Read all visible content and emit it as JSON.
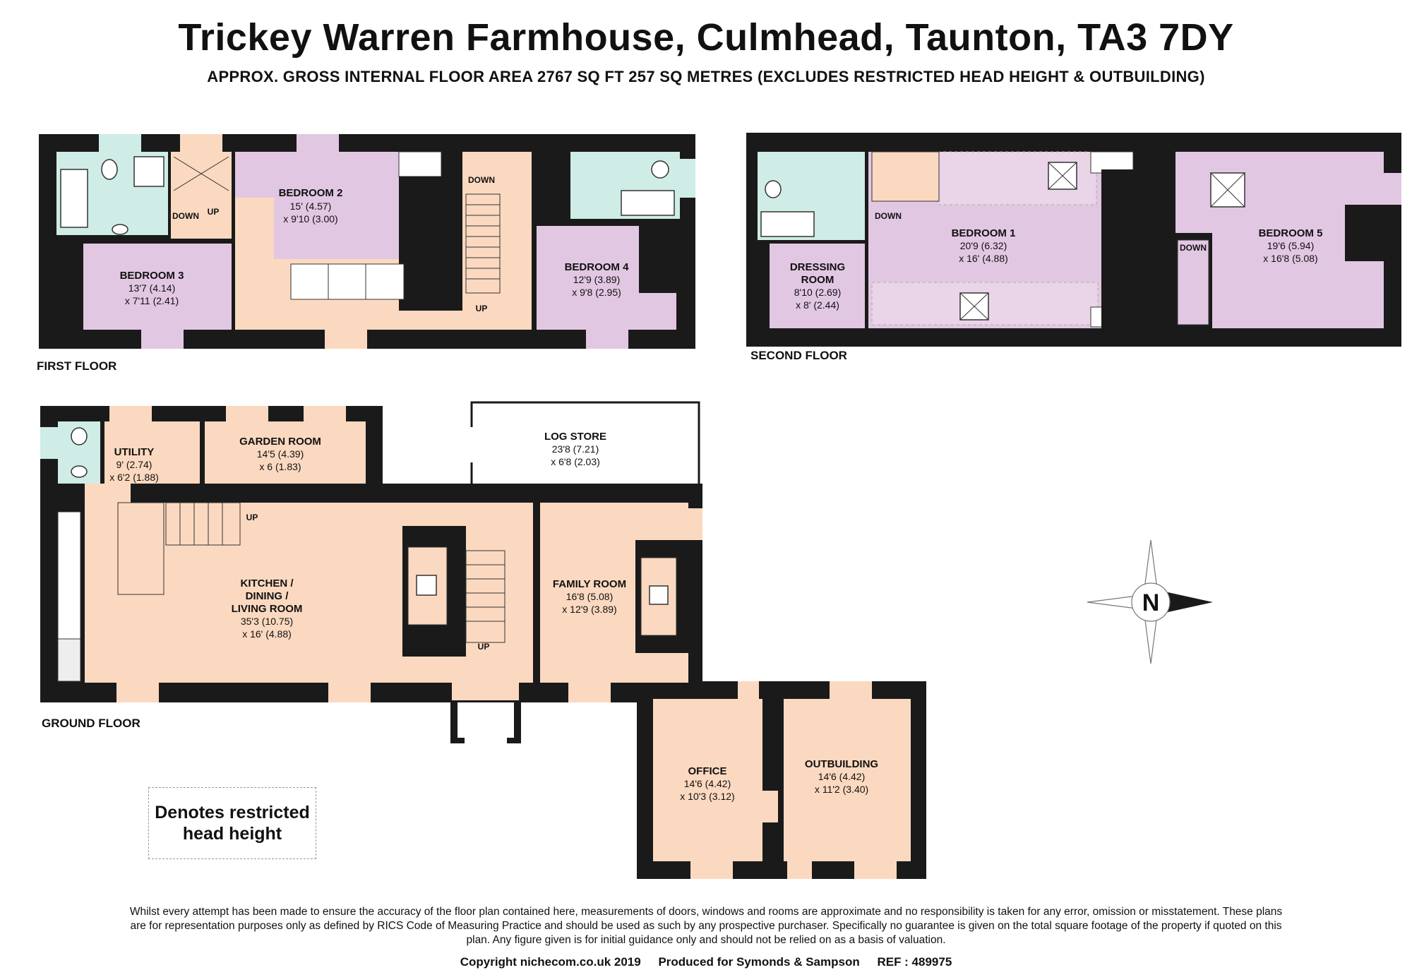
{
  "title": "Trickey Warren Farmhouse, Culmhead, Taunton, TA3 7DY",
  "subtitle": "APPROX. GROSS INTERNAL FLOOR AREA 2767 SQ FT 257 SQ METRES (EXCLUDES RESTRICTED HEAD HEIGHT & OUTBUILDING)",
  "colors": {
    "wall": "#1a1a1a",
    "bedroom": "#e2c7e3",
    "landing": "#fbd9c0",
    "bathroom": "#cfece6",
    "restricted_area": "#e9d4e8"
  },
  "floors": {
    "first": {
      "label": "FIRST FLOOR",
      "rooms": [
        {
          "name": "BEDROOM 2",
          "dim1": "15' (4.57)",
          "dim2": "x 9'10 (3.00)"
        },
        {
          "name": "BEDROOM 3",
          "dim1": "13'7 (4.14)",
          "dim2": "x 7'11 (2.41)"
        },
        {
          "name": "BEDROOM 4",
          "dim1": "12'9 (3.89)",
          "dim2": "x 9'8 (2.95)"
        }
      ],
      "stair_labels": [
        "DOWN",
        "UP",
        "DOWN",
        "UP"
      ]
    },
    "second": {
      "label": "SECOND FLOOR",
      "rooms": [
        {
          "name": "BEDROOM 1",
          "dim1": "20'9 (6.32)",
          "dim2": "x 16' (4.88)"
        },
        {
          "name": "BEDROOM 5",
          "dim1": "19'6 (5.94)",
          "dim2": "x 16'8 (5.08)"
        },
        {
          "name": "DRESSING",
          "name2": "ROOM",
          "dim1": "8'10 (2.69)",
          "dim2": "x 8' (2.44)"
        }
      ],
      "stair_labels": [
        "DOWN",
        "DOWN"
      ]
    },
    "ground": {
      "label": "GROUND FLOOR",
      "rooms": [
        {
          "name": "UTILITY",
          "dim1": "9' (2.74)",
          "dim2": "x 6'2 (1.88)"
        },
        {
          "name": "GARDEN ROOM",
          "dim1": "14'5 (4.39)",
          "dim2": "x 6 (1.83)"
        },
        {
          "name": "LOG STORE",
          "dim1": "23'8 (7.21)",
          "dim2": "x 6'8 (2.03)"
        },
        {
          "name": "KITCHEN /",
          "name2": "DINING /",
          "name3": "LIVING ROOM",
          "dim1": "35'3 (10.75)",
          "dim2": "x 16' (4.88)"
        },
        {
          "name": "FAMILY ROOM",
          "dim1": "16'8 (5.08)",
          "dim2": "x 12'9 (3.89)"
        },
        {
          "name": "OFFICE",
          "dim1": "14'6 (4.42)",
          "dim2": "x 10'3 (3.12)"
        },
        {
          "name": "OUTBUILDING",
          "dim1": "14'6 (4.42)",
          "dim2": "x 11'2 (3.40)"
        }
      ],
      "stair_labels": [
        "UP",
        "UP"
      ]
    }
  },
  "compass": {
    "label": "N",
    "icon": "compass-rose-icon"
  },
  "legend": {
    "line1": "Denotes restricted",
    "line2": "head height"
  },
  "disclaimer": "Whilst every attempt has been made to ensure the accuracy of the floor plan contained here, measurements of doors, windows and rooms are approximate and no responsibility is taken for any error, omission or misstatement. These plans are for representation purposes only as defined by RICS Code of Measuring Practice and should be used as such by any prospective purchaser. Specifically no guarantee is given on the total square footage of the property if quoted on this plan. Any figure given is for initial guidance only and should not be relied on as a basis of valuation.",
  "footer": {
    "copyright": "Copyright nichecom.co.uk 2019",
    "produced": "Produced for Symonds & Sampson",
    "ref": "REF : 489975"
  }
}
